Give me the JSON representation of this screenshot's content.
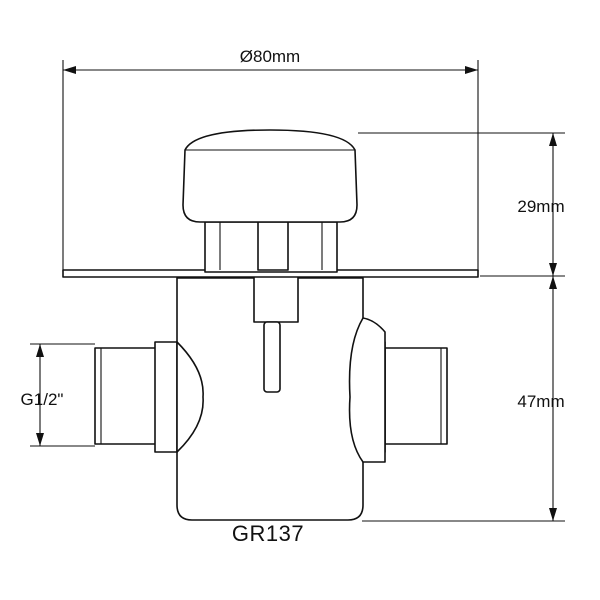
{
  "drawing": {
    "dimensions": {
      "diameter": "Ø80mm",
      "top_height": "29mm",
      "body_height": "47mm",
      "thread": "G1/2\""
    },
    "model": "GR137"
  }
}
